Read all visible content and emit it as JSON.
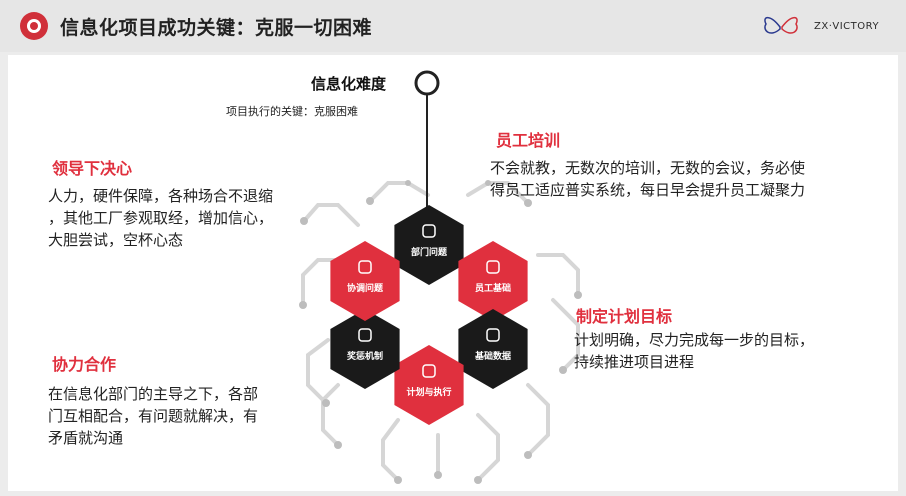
{
  "header": {
    "title": "信息化项目成功关键：克服一切困难",
    "logo_text": "ZX·VICTORY"
  },
  "center_node": {
    "title": "信息化难度",
    "subtitle": "项目执行的关键：克服困难"
  },
  "hexagons": [
    {
      "label": "部门问题",
      "icon": "chat-question-icon",
      "color": "#1a1a1a"
    },
    {
      "label": "员工基础",
      "icon": "cycle-arrows-icon",
      "color": "#e0303e"
    },
    {
      "label": "基础数据",
      "icon": "excel-file-icon",
      "color": "#1a1a1a"
    },
    {
      "label": "计划与执行",
      "icon": "stopwatch-icon",
      "color": "#e0303e"
    },
    {
      "label": "奖惩机制",
      "icon": "certificate-icon",
      "color": "#1a1a1a"
    },
    {
      "label": "协调问题",
      "icon": "chat-bubble-icon",
      "color": "#e0303e"
    }
  ],
  "sections": {
    "leadership": {
      "title": "领导下决心",
      "lines": [
        "人力，硬件保障，各种场合不退缩",
        "，其他工厂参观取经，增加信心，",
        "大胆尝试，空杯心态"
      ]
    },
    "cooperation": {
      "title": "协力合作",
      "lines": [
        "在信息化部门的主导之下，各部",
        "门互相配合，有问题就解决，有",
        "矛盾就沟通"
      ]
    },
    "training": {
      "title": "员工培训",
      "lines": [
        "不会就教，无数次的培训，无数的会议，务必使",
        "得员工适应普实系统，每日早会提升员工凝聚力"
      ]
    },
    "planning": {
      "title": "制定计划目标",
      "lines": [
        "计划明确，尽力完成每一步的目标，",
        "持续推进项目进程"
      ]
    }
  },
  "colors": {
    "accent_red": "#e0303e",
    "hex_dark": "#1a1a1a",
    "circuit_gray": "#d6d6d6"
  }
}
